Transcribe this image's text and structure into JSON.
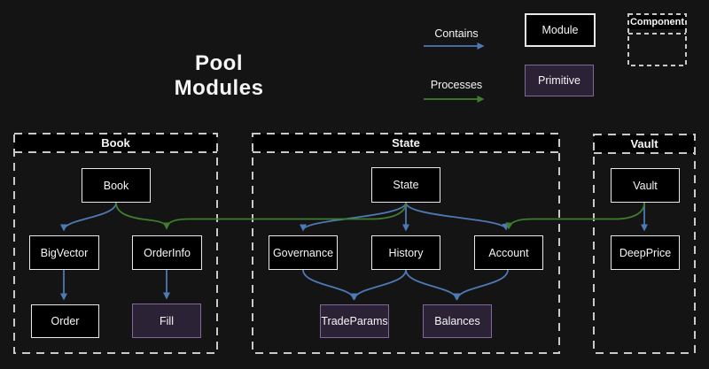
{
  "title": "Pool Modules",
  "legend": {
    "contains_label": "Contains",
    "processes_label": "Processes",
    "module_label": "Module",
    "primitive_label": "Primitive",
    "component_label": "Component"
  },
  "containers": {
    "book": "Book",
    "state": "State",
    "vault": "Vault"
  },
  "nodes": {
    "book": "Book",
    "bigvector": "BigVector",
    "orderinfo": "OrderInfo",
    "order": "Order",
    "fill": "Fill",
    "state": "State",
    "governance": "Governance",
    "history": "History",
    "account": "Account",
    "tradeparams": "TradeParams",
    "balances": "Balances",
    "vault": "Vault",
    "deepprice": "DeepPrice"
  },
  "edges": [
    {
      "from": "Book",
      "to": "BigVector",
      "type": "contains"
    },
    {
      "from": "BigVector",
      "to": "Order",
      "type": "contains"
    },
    {
      "from": "OrderInfo",
      "to": "Fill",
      "type": "contains"
    },
    {
      "from": "State",
      "to": "Governance",
      "type": "contains"
    },
    {
      "from": "State",
      "to": "History",
      "type": "contains"
    },
    {
      "from": "State",
      "to": "Account",
      "type": "contains"
    },
    {
      "from": "Governance",
      "to": "TradeParams",
      "type": "contains"
    },
    {
      "from": "History",
      "to": "TradeParams",
      "type": "contains"
    },
    {
      "from": "History",
      "to": "Balances",
      "type": "contains"
    },
    {
      "from": "Account",
      "to": "Balances",
      "type": "contains"
    },
    {
      "from": "Vault",
      "to": "DeepPrice",
      "type": "contains"
    },
    {
      "from": "Book",
      "to": "OrderInfo",
      "type": "processes"
    },
    {
      "from": "State",
      "to": "OrderInfo",
      "type": "processes"
    },
    {
      "from": "Vault",
      "to": "Account",
      "type": "processes"
    }
  ],
  "colors": {
    "background": "#141414",
    "bar": "#000000",
    "node_fill": "#000000",
    "node_border": "#e9e9e9",
    "primitive_fill": "#2b2335",
    "primitive_border": "#80699a",
    "container_border": "#c9c9c9",
    "contains": "#4d79b5",
    "processes": "#3f7d2f",
    "text": "#f5f5f5"
  }
}
